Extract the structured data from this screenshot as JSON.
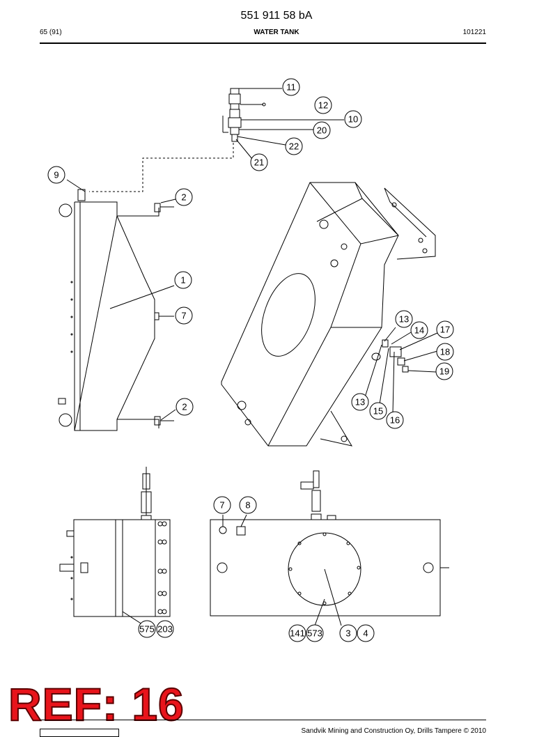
{
  "header": {
    "document_number": "551 911 58 bA",
    "page": "65 (91)",
    "title": "WATER TANK",
    "date_code": "101221"
  },
  "footer": {
    "copyright": "Sandvik Mining and Construction Oy, Drills Tampere © 2010"
  },
  "stamp": {
    "text": "REF: 16",
    "color": "#e8141b"
  },
  "callouts": {
    "c1": "1",
    "c2a": "2",
    "c2b": "2",
    "c3": "3",
    "c4": "4",
    "c7a": "7",
    "c7b": "7",
    "c8": "8",
    "c9": "9",
    "c10": "10",
    "c11": "11",
    "c12": "12",
    "c13a": "13",
    "c13b": "13",
    "c14": "14",
    "c15": "15",
    "c16": "16",
    "c17": "17",
    "c18": "18",
    "c19": "19",
    "c20": "20",
    "c21": "21",
    "c22": "22",
    "c141": "141",
    "c573": "573",
    "c575": "575",
    "c203": "203"
  }
}
